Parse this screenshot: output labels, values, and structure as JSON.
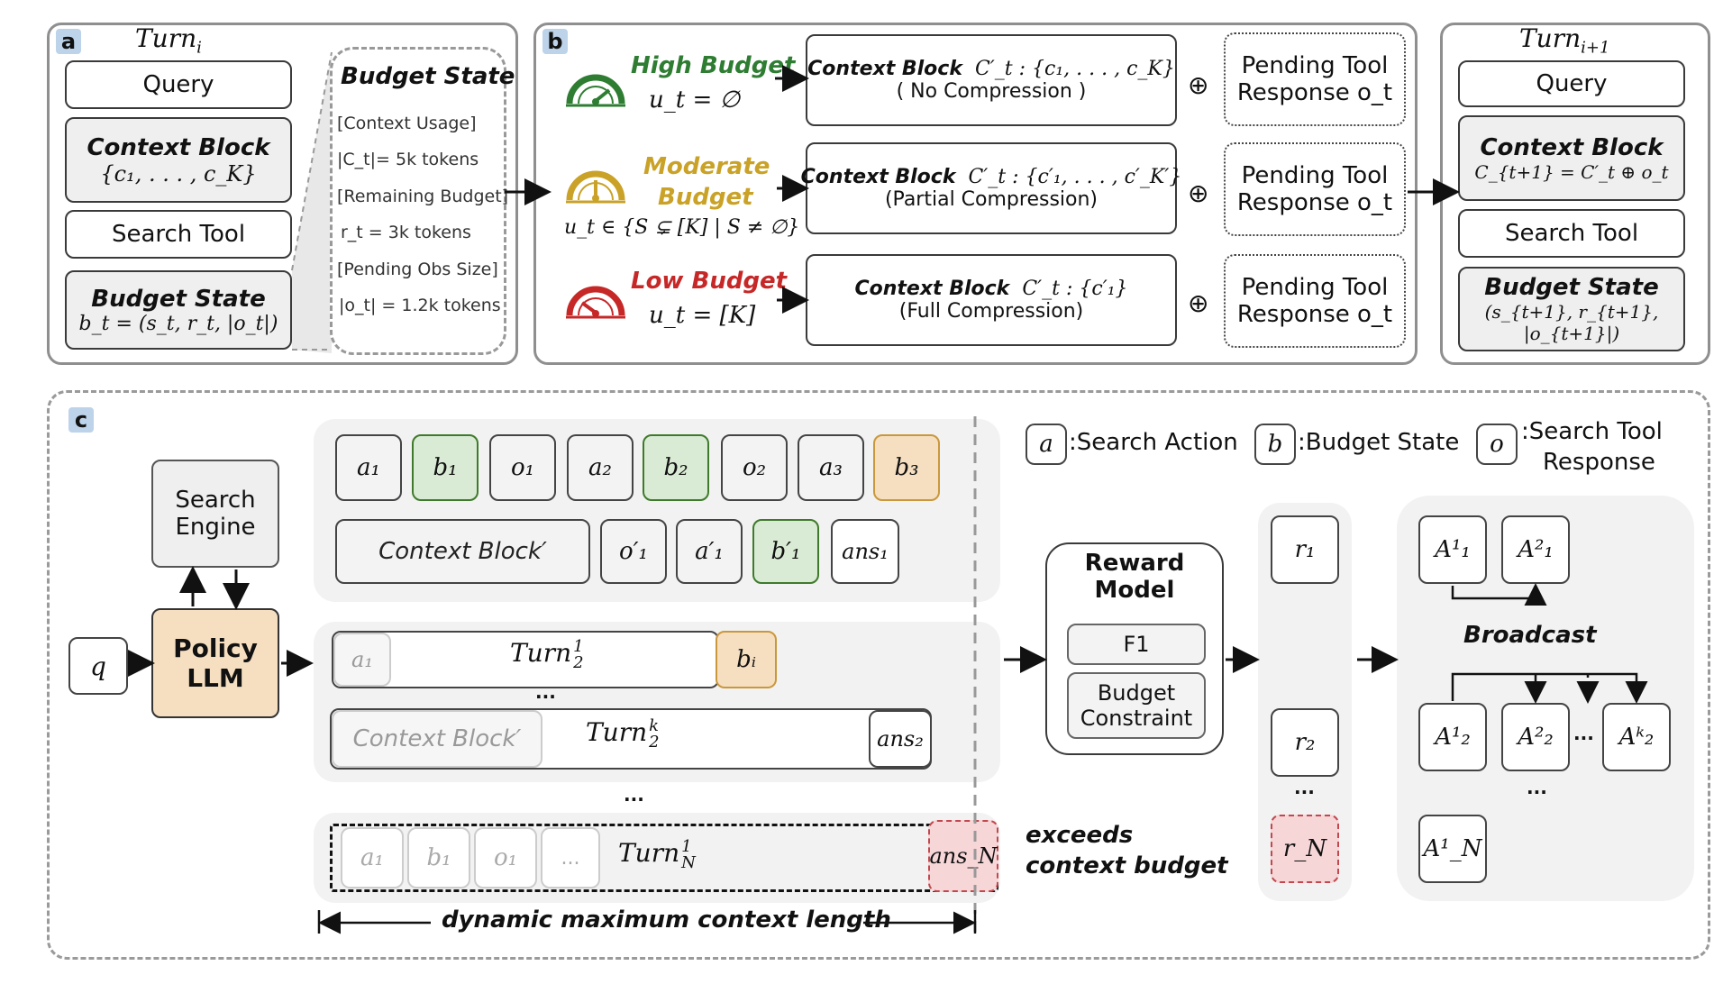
{
  "panel_a": {
    "tag": "a",
    "turn_title": "Turn",
    "turn_sub": "i",
    "query": "Query",
    "context_block": "Context Block",
    "context_block_math": "{c₁, . . . , c_K}",
    "search_tool": "Search Tool",
    "budget_state": "Budget State",
    "budget_state_math": "b_t = (s_t, r_t, |o_t|)",
    "budget_detail": {
      "title": "Budget State",
      "lines": [
        "[Context Usage]",
        "|C_t|= 5k tokens",
        "[Remaining Budget]",
        "r_t = 3k tokens",
        "[Pending Obs Size]",
        "|o_t| = 1.2k tokens"
      ]
    }
  },
  "panel_b": {
    "tag": "b",
    "rows": [
      {
        "level": "High Budget",
        "level2": "",
        "u": "u_t = ∅",
        "color": "#2e7d32",
        "block_title": "Context Block",
        "block_math": "C′_t : {c₁, . . . , c_K}",
        "block_sub": "( No Compression )",
        "pending": "Pending Tool",
        "pending2": "Response o_t"
      },
      {
        "level": "Moderate",
        "level2": "Budget",
        "u": "u_t ∈ {S ⊊ [K] | S ≠ ∅}",
        "color": "#c9a227",
        "block_title": "Context Block",
        "block_math": "C′_t : {c′₁, . . . , c′_K′}",
        "block_sub": "(Partial Compression)",
        "pending": "Pending Tool",
        "pending2": "Response o_t"
      },
      {
        "level": "Low Budget",
        "level2": "",
        "u": "u_t = [K]",
        "color": "#c62828",
        "block_title": "Context Block",
        "block_math": "C′_t : {c′₁}",
        "block_sub": "(Full Compression)",
        "pending": "Pending Tool",
        "pending2": "Response o_t"
      }
    ],
    "oplus": "⊕"
  },
  "panel_next": {
    "turn_title": "Turn",
    "turn_sub": "i+1",
    "query": "Query",
    "context_block": "Context Block",
    "context_block_math": "C_{t+1} = C′_t ⊕ o_t",
    "search_tool": "Search Tool",
    "budget_state": "Budget State",
    "budget_state_math": "(s_{t+1}, r_{t+1}, |o_{t+1}|)"
  },
  "panel_c": {
    "tag": "c",
    "q": "q",
    "search_engine": [
      "Search",
      "Engine"
    ],
    "policy": [
      "Policy",
      "LLM"
    ],
    "row1": [
      "a₁",
      "b₁",
      "o₁",
      "a₂",
      "b₂",
      "o₂",
      "a₃",
      "b₃"
    ],
    "row2_block": "Context Block′",
    "row2": [
      "o′₁",
      "a′₁",
      "b′₁",
      "ans₁"
    ],
    "g2_row1": {
      "a": "a₁",
      "turn": "Turn",
      "sub": "2",
      "sup": "1",
      "b": "bᵢ"
    },
    "dots": "...",
    "g2_row2": {
      "block": "Context Block′",
      "turn": "Turn",
      "sub": "2",
      "sup": "k",
      "ans": "ans₂"
    },
    "g3": {
      "items": [
        "a₁",
        "b₁",
        "o₁",
        "..."
      ],
      "turn": "Turn",
      "sub": "N",
      "sup": "1",
      "ans": "ans_N"
    },
    "exceeds": [
      "exceeds",
      "context budget"
    ],
    "dynamic": "dynamic maximum context length",
    "legend": [
      {
        "sym": "a",
        "label": ":Search Action"
      },
      {
        "sym": "b",
        "label": ":Budget State"
      },
      {
        "sym": "o",
        "label": ":Search Tool",
        "label2": "Response"
      }
    ],
    "reward": {
      "title": [
        "Reward",
        "Model"
      ],
      "f1": "F1",
      "budget": [
        "Budget",
        "Constraint"
      ]
    },
    "rewards": [
      "r₁",
      "r₂",
      "...",
      "r_N"
    ],
    "adv": {
      "top": [
        "A¹₁",
        "A²₁"
      ],
      "broadcast": "Broadcast",
      "mid": [
        "A¹₂",
        "A²₂",
        "...",
        "Aᵏ₂"
      ],
      "dots": "...",
      "bottom": "A¹_N"
    }
  }
}
